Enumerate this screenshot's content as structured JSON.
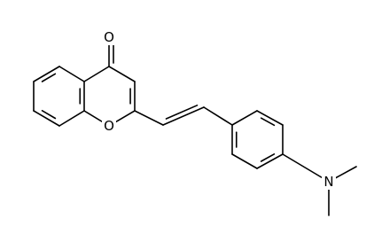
{
  "molecule": {
    "atom_labels": {
      "carbonyl_oxygen": "O",
      "ring_oxygen": "O",
      "amine_nitrogen": "N"
    }
  }
}
